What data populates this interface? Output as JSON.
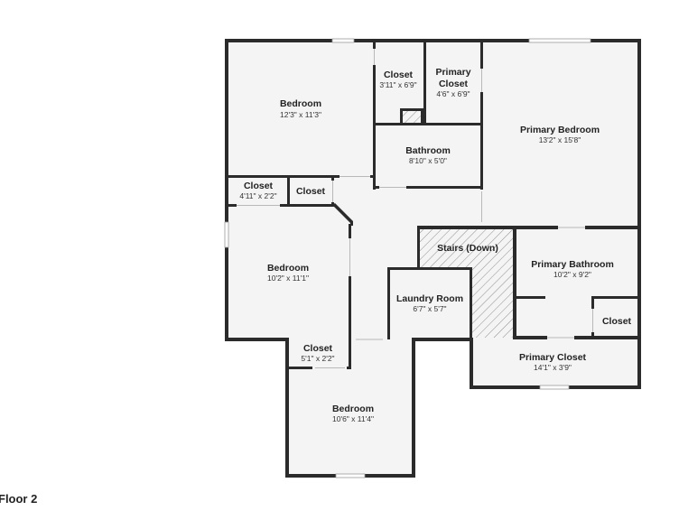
{
  "floor_label": "Floor 2",
  "rooms": [
    {
      "name": "Bedroom",
      "dim": "12'3\" x 11'3\""
    },
    {
      "name": "Closet",
      "dim": "3'11\" x 6'9\""
    },
    {
      "name": "Primary",
      "name2": "Closet",
      "dim": "4'6\" x 6'9\""
    },
    {
      "name": "Primary Bedroom",
      "dim": "13'2\" x 15'8\""
    },
    {
      "name": "Bathroom",
      "dim": "8'10\" x 5'0\""
    },
    {
      "name": "Closet",
      "dim": "4'11\" x 2'2\""
    },
    {
      "name": "Closet",
      "dim": ""
    },
    {
      "name": "Bedroom",
      "dim": "10'2\" x 11'1\""
    },
    {
      "name": "Stairs (Down)",
      "dim": ""
    },
    {
      "name": "Primary Bathroom",
      "dim": "10'2\" x 9'2\""
    },
    {
      "name": "Laundry Room",
      "dim": "6'7\" x 5'7\""
    },
    {
      "name": "Closet",
      "dim": ""
    },
    {
      "name": "Closet",
      "dim": "5'1\" x 2'2\""
    },
    {
      "name": "Primary Closet",
      "dim": "14'1\" x 3'9\""
    },
    {
      "name": "Bedroom",
      "dim": "10'6\" x 11'4\""
    }
  ],
  "colors": {
    "wall": "#2b2b2b",
    "floor": "#f4f4f4",
    "stairs_hatch": "#9a9a9a"
  }
}
